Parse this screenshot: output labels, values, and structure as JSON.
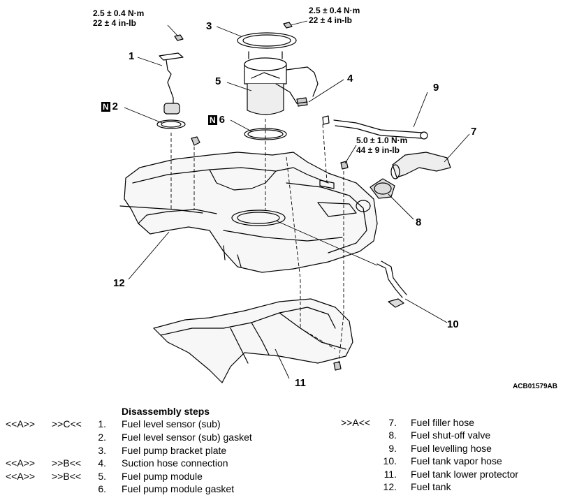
{
  "torques": {
    "t1_line1": "2.5 ± 0.4 N·m",
    "t1_line2": "22 ± 4 in-lb",
    "t2_line1": "2.5 ± 0.4 N·m",
    "t2_line2": "22 ± 4 in-lb",
    "t3_line1": "5.0 ± 1.0 N·m",
    "t3_line2": "44 ± 9 in-lb"
  },
  "callouts": [
    "1",
    "2",
    "3",
    "4",
    "5",
    "6",
    "7",
    "8",
    "9",
    "10",
    "11",
    "12"
  ],
  "n_mark": "N",
  "figure_id": "ACB01579AB",
  "steps": {
    "title": "Disassembly steps",
    "items": [
      {
        "ref1": "<<A>>",
        "ref2": ">>C<<",
        "num": "1.",
        "name": "Fuel level sensor (sub)"
      },
      {
        "ref1": "",
        "ref2": "",
        "num": "2.",
        "name": "Fuel level sensor (sub) gasket"
      },
      {
        "ref1": "",
        "ref2": "",
        "num": "3.",
        "name": "Fuel pump bracket plate"
      },
      {
        "ref1": "<<A>>",
        "ref2": ">>B<<",
        "num": "4.",
        "name": "Suction hose connection"
      },
      {
        "ref1": "<<A>>",
        "ref2": ">>B<<",
        "num": "5.",
        "name": "Fuel pump module"
      },
      {
        "ref1": "",
        "ref2": "",
        "num": "6.",
        "name": "Fuel pump module gasket"
      },
      {
        "ref1": "",
        "ref2": ">>A<<",
        "num": "7.",
        "name": "Fuel filler hose"
      },
      {
        "ref1": "",
        "ref2": "",
        "num": "8.",
        "name": "Fuel shut-off valve"
      },
      {
        "ref1": "",
        "ref2": "",
        "num": "9.",
        "name": "Fuel levelling hose"
      },
      {
        "ref1": "",
        "ref2": "",
        "num": "10.",
        "name": "Fuel tank vapor hose"
      },
      {
        "ref1": "",
        "ref2": "",
        "num": "11.",
        "name": "Fuel tank lower protector"
      },
      {
        "ref1": "",
        "ref2": "",
        "num": "12.",
        "name": "Fuel tank"
      }
    ]
  }
}
